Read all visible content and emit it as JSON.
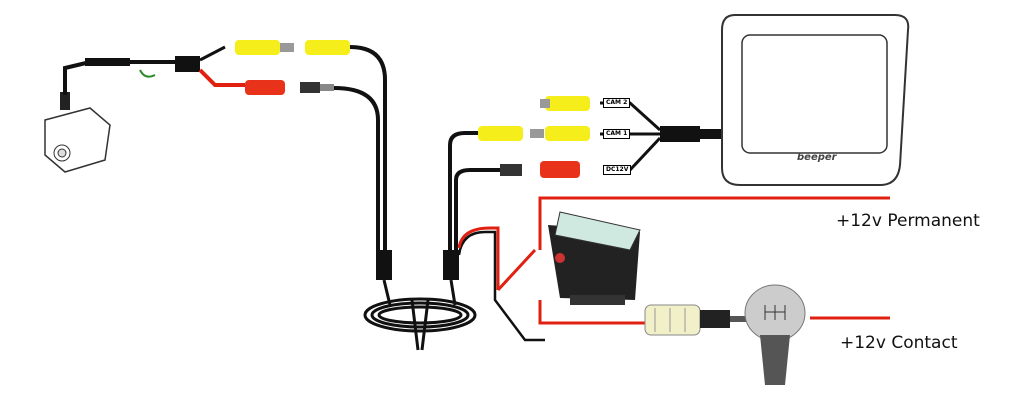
{
  "labels": {
    "permanent": "+12v Permanent",
    "contact": "+12v Contact",
    "cam2": "CAM 2",
    "cam1": "CAM 1",
    "dc12v": "DC12V",
    "monitor_logo": "beeper"
  },
  "colors": {
    "wire_red": "#e02010",
    "wire_black": "#111111",
    "rca_yellow": "#f5ee1a",
    "rca_red": "#e8321a"
  }
}
